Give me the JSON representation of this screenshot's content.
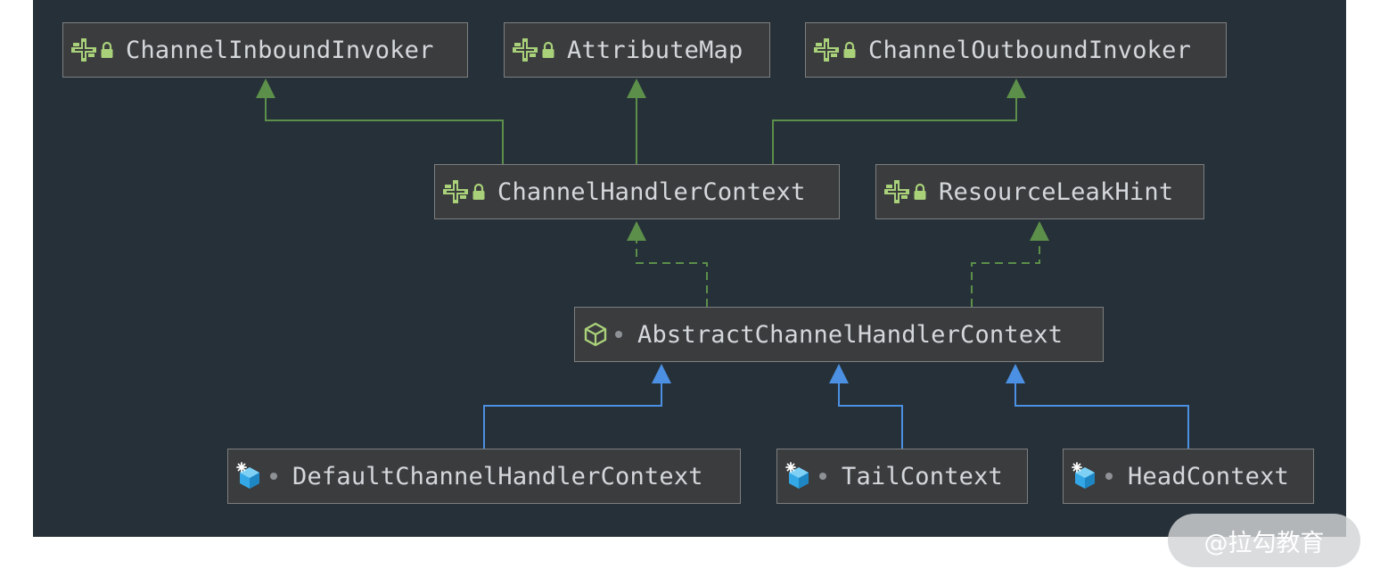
{
  "colors": {
    "background": "#263038",
    "node_fill": "#3b3c3d",
    "node_border": "#7d7f80",
    "interface_edge": "#5c8f4a",
    "class_edge": "#4b90e2",
    "interface_icon": "#a9d17a",
    "class_icon": "#a9d17a",
    "impl_icon": "#34a7e6"
  },
  "icons": {
    "interface": "interface-icon",
    "abstract_class": "abstract-class-icon",
    "class": "class-icon",
    "lock": "lock-icon",
    "package_private": "package-private-dot-icon"
  },
  "nodes": {
    "channel_inbound_invoker": {
      "label": "ChannelInboundInvoker",
      "kind": "interface"
    },
    "attribute_map": {
      "label": "AttributeMap",
      "kind": "interface"
    },
    "channel_outbound_invoker": {
      "label": "ChannelOutboundInvoker",
      "kind": "interface"
    },
    "channel_handler_context": {
      "label": "ChannelHandlerContext",
      "kind": "interface"
    },
    "resource_leak_hint": {
      "label": "ResourceLeakHint",
      "kind": "interface"
    },
    "abstract_channel_handler_context": {
      "label": "AbstractChannelHandlerContext",
      "kind": "abstract-class"
    },
    "default_channel_handler_context": {
      "label": "DefaultChannelHandlerContext",
      "kind": "class"
    },
    "tail_context": {
      "label": "TailContext",
      "kind": "class"
    },
    "head_context": {
      "label": "HeadContext",
      "kind": "class"
    }
  },
  "edges": [
    {
      "from": "channel_handler_context",
      "to": "channel_inbound_invoker",
      "type": "extends"
    },
    {
      "from": "channel_handler_context",
      "to": "attribute_map",
      "type": "extends"
    },
    {
      "from": "channel_handler_context",
      "to": "channel_outbound_invoker",
      "type": "extends"
    },
    {
      "from": "abstract_channel_handler_context",
      "to": "channel_handler_context",
      "type": "implements"
    },
    {
      "from": "abstract_channel_handler_context",
      "to": "resource_leak_hint",
      "type": "implements"
    },
    {
      "from": "default_channel_handler_context",
      "to": "abstract_channel_handler_context",
      "type": "extends-class"
    },
    {
      "from": "tail_context",
      "to": "abstract_channel_handler_context",
      "type": "extends-class"
    },
    {
      "from": "head_context",
      "to": "abstract_channel_handler_context",
      "type": "extends-class"
    }
  ],
  "watermark": "@拉勾教育"
}
